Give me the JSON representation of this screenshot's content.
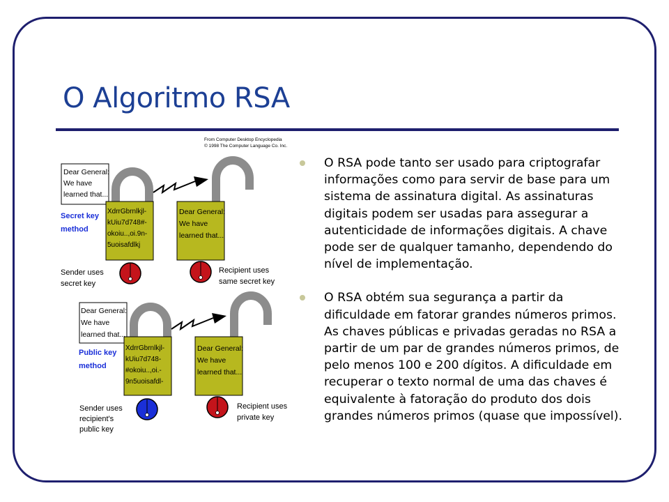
{
  "slide": {
    "title": "O Algoritmo RSA",
    "bullets": [
      "O RSA pode tanto ser usado para criptografar informações como para servir de base para um sistema de assinatura digital.  As assinaturas digitais podem ser usadas para assegurar a autenticidade de informações digitais.  A chave pode ser de qualquer tamanho, dependendo do nível de implementação.",
      "O RSA obtém sua segurança a partir da dificuldade em fatorar grandes números primos. As chaves públicas e privadas geradas no RSA a partir de um par de grandes números primos, de pelo menos 100 e 200 dígitos.  A dificuldade em recuperar o texto normal de uma das chaves é equivalente à fatoração do produto dos dois grandes números primos (quase que impossível)."
    ]
  },
  "figure": {
    "credit_line1": "From Computer Desktop Encyclopedia",
    "credit_line2": "© 1998 The Computer Language Co. Inc.",
    "secret": {
      "method_line1": "Secret key",
      "method_line2": "method",
      "plain_note": [
        "Dear General:",
        "We have",
        "learned that..."
      ],
      "cipher_text": [
        "XdrrGbrnlkjl-",
        "kUiu7d748#-",
        "okoiu..,oi.9n-",
        "5uoisafdlkj"
      ],
      "decrypted_text": [
        "Dear General:",
        "We have",
        "learned that..."
      ],
      "sender_caption": [
        "Sender uses",
        "secret key"
      ],
      "recipient_caption": [
        "Recipient uses",
        "same secret key"
      ]
    },
    "public": {
      "method_line1": "Public key",
      "method_line2": "method",
      "plain_note": [
        "Dear General:",
        "We have",
        "learned that..."
      ],
      "cipher_text": [
        "XdrrGbrnlkjl-",
        "kUiu7d748-",
        "#okoiu..,oi.-",
        "9n5uoisafdl-"
      ],
      "decrypted_text": [
        "Dear General:",
        "We have",
        "learned that..."
      ],
      "sender_caption": [
        "Sender uses",
        "recipient's",
        "public key"
      ],
      "recipient_caption": [
        "Recipient uses",
        "private key"
      ]
    },
    "colors": {
      "lock_body": "#b7b81f",
      "shackle": "#8c8c8c",
      "secret_key": "#c4141b",
      "public_key": "#1a2fd8",
      "private_key": "#c4141b",
      "method_label": "#1a2fd8"
    }
  }
}
